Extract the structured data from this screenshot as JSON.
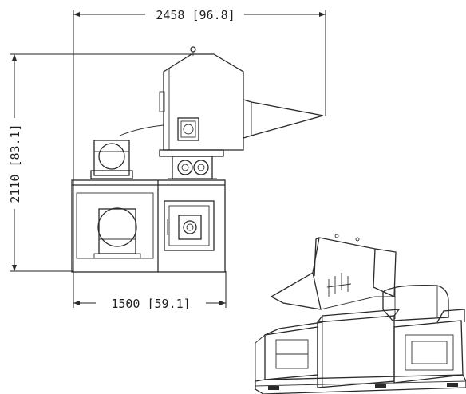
{
  "dimensions": {
    "overall_width": "2458 [96.8]",
    "height": "2110 [83.1]",
    "base_width": "1500 [59.1]"
  },
  "colors": {
    "line": "#2a2a2a",
    "background": "#ffffff"
  }
}
